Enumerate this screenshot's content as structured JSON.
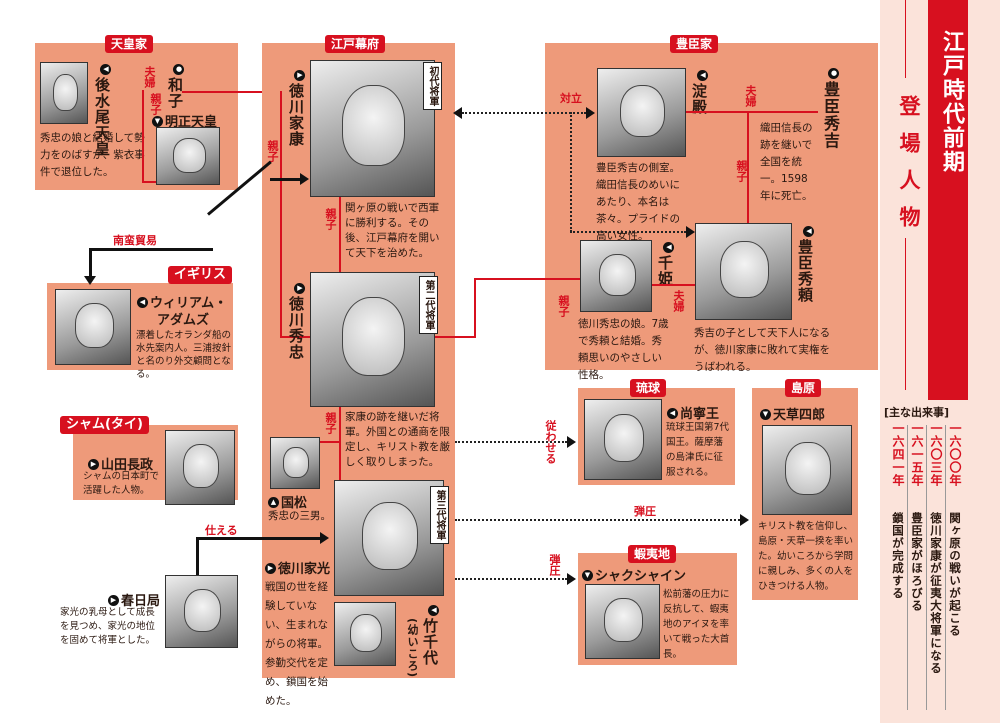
{
  "sidebar": {
    "era": "江戸時代前期",
    "heading": "登場人物",
    "events_title": "[主な出来事]",
    "events": [
      {
        "year": "一六〇〇年",
        "text": "関ヶ原の戦いが起こる"
      },
      {
        "year": "一六〇三年",
        "text": "徳川家康が征夷大将軍になる"
      },
      {
        "year": "一六一五年",
        "text": "豊臣家がほろびる"
      },
      {
        "year": "一六四一年",
        "text": "鎖国が完成する"
      }
    ]
  },
  "imperial": {
    "title": "天皇家",
    "gomizuno": {
      "name": "後水尾天皇",
      "desc": "秀忠の娘と結婚して勢力をのばすが、紫衣事件で退位した。"
    },
    "kazuko": {
      "name": "和子"
    },
    "meisho": {
      "name": "明正天皇"
    },
    "rel_couple": "夫婦",
    "rel_parent": "親子"
  },
  "bakufu": {
    "title": "江戸幕府",
    "ieyasu": {
      "name": "徳川家康",
      "badge": "初代将軍",
      "desc": "関ヶ原の戦いで西軍に勝利する。その後、江戸幕府を開いて天下を治めた。"
    },
    "hidetada": {
      "name": "徳川秀忠",
      "badge": "第二代将軍",
      "desc": "家康の跡を継いだ将軍。外国との通商を限定し、キリスト教を厳しく取りしまった。"
    },
    "kunimatsu": {
      "name": "国松",
      "desc": "秀忠の三男。"
    },
    "iemitsu": {
      "name": "徳川家光",
      "badge": "第三代将軍",
      "desc": "戦国の世を経験していない、生まれながらの将軍。参勤交代を定め、鎖国を始めた。"
    },
    "takechiyo": {
      "name": "竹千代",
      "sub": "(幼いころ)"
    },
    "rel_parent": "親子"
  },
  "toyotomi": {
    "title": "豊臣家",
    "yodo": {
      "name": "淀殿",
      "desc": "豊臣秀吉の側室。織田信長のめいにあたり、本名は茶々。プライドの高い女性。"
    },
    "hideyoshi": {
      "name": "豊臣秀吉",
      "desc": "織田信長の跡を継いで全国を統一。1598年に死亡。"
    },
    "hideyori": {
      "name": "豊臣秀頼",
      "desc": "秀吉の子として天下人になるが、徳川家康に敗れて実権をうばわれる。"
    },
    "senhime": {
      "name": "千姫",
      "desc": "徳川秀忠の娘。7歳で秀頼と結婚。秀頼思いのやさしい性格。"
    },
    "rel_conflict": "対立",
    "rel_couple": "夫婦",
    "rel_parent": "親子"
  },
  "england": {
    "title": "イギリス",
    "adams": {
      "name1": "ウィリアム・",
      "name2": "アダムズ",
      "desc": "漂着したオランダ船の水先案内人。三浦按針と名のり外交顧問となる。"
    },
    "rel": "南蛮貿易"
  },
  "siam": {
    "title": "シャム(タイ)",
    "yamada": {
      "name": "山田長政",
      "desc": "シャムの日本町で活躍した人物。"
    }
  },
  "kasuga": {
    "name": "春日局",
    "desc": "家光の乳母として成長を見つめ、家光の地位を固めて将軍とした。",
    "rel": "仕える"
  },
  "ryukyu": {
    "title": "琉球",
    "shonei": {
      "name": "尚寧王",
      "desc": "琉球王国第7代国王。薩摩藩の島津氏に征服される。"
    },
    "rel": "従わせる"
  },
  "shimabara": {
    "title": "島原",
    "amakusa": {
      "name": "天草四郎",
      "desc": "キリスト教を信仰し、島原・天草一揆を率いた。幼いころから学問に親しみ、多くの人をひきつける人物。"
    },
    "rel": "弾圧"
  },
  "ezo": {
    "title": "蝦夷地",
    "shakushain": {
      "name": "シャクシャイン",
      "desc": "松前藩の圧力に反抗して、蝦夷地のアイヌを率いて戦った大首長。"
    },
    "rel": "弾圧"
  }
}
